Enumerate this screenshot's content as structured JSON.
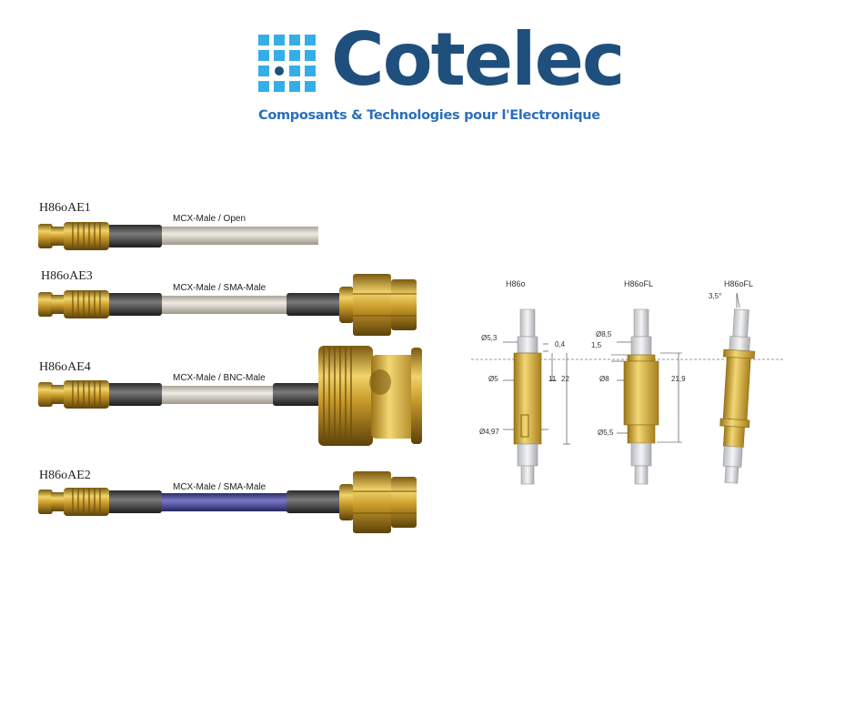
{
  "brand": {
    "name": "Cotelec",
    "tagline": "Composants & Technologies pour l'Electronique",
    "colors": {
      "wordmark": "#1f4f7d",
      "icon": "#35aee8",
      "tagline": "#2a6fb8"
    }
  },
  "cables": [
    {
      "ref": "H86oAE1",
      "label": "MCX-Male / Open"
    },
    {
      "ref": "H86oAE3",
      "label": "MCX-Male / SMA-Male"
    },
    {
      "ref": "H86oAE4",
      "label": "MCX-Male / BNC-Male"
    },
    {
      "ref": "H86oAE2",
      "label": "MCX-Male / SMA-Male"
    }
  ],
  "drawings": {
    "d1": {
      "title": "H86o",
      "dims": {
        "d53": "Ø5,3",
        "d04": "0,4",
        "d5": "Ø5",
        "d11": "11",
        "d22": "22",
        "d497": "Ø4,97"
      }
    },
    "d2": {
      "title": "H86oFL",
      "dims": {
        "d85": "Ø8,5",
        "d15": "1,5",
        "d8": "Ø8",
        "d219": "21,9",
        "d55": "Ø5,5"
      }
    },
    "d3": {
      "title": "H86oFL",
      "dims": {
        "a35": "3,5°"
      }
    }
  }
}
